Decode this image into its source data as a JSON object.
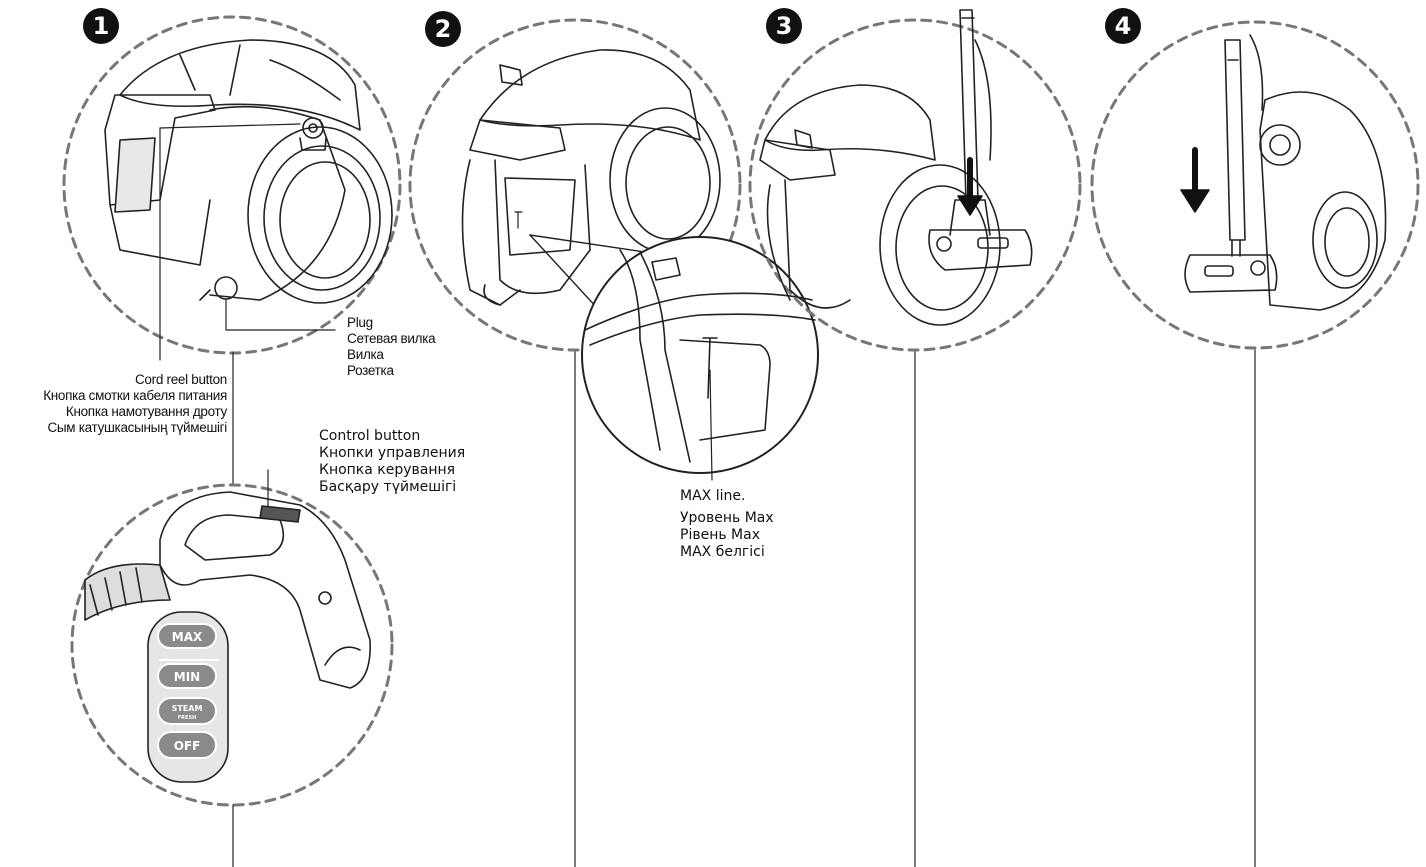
{
  "steps": [
    "1",
    "2",
    "3",
    "4"
  ],
  "labels": {
    "plug": [
      "Plug",
      "Сетевая вилка",
      "Вилка",
      "Розетка"
    ],
    "cord_reel": [
      "Cord reel button",
      "Кнопка смотки кабеля питания",
      "Кнопка намотування дроту",
      "Сым катушкасының түймешігі"
    ],
    "control": [
      "Control button",
      "Кнопки управления",
      "Кнопка керування",
      "Басқару түймешігі"
    ],
    "max_line": [
      "MAX line.",
      "Уровень Max",
      "Рівень Max",
      "MAX белгісі"
    ]
  },
  "control_panel": {
    "buttons": [
      "MAX",
      "MIN",
      "STEAM",
      "OFF"
    ],
    "steam_sub": "FRESH"
  },
  "line_mark": "T"
}
